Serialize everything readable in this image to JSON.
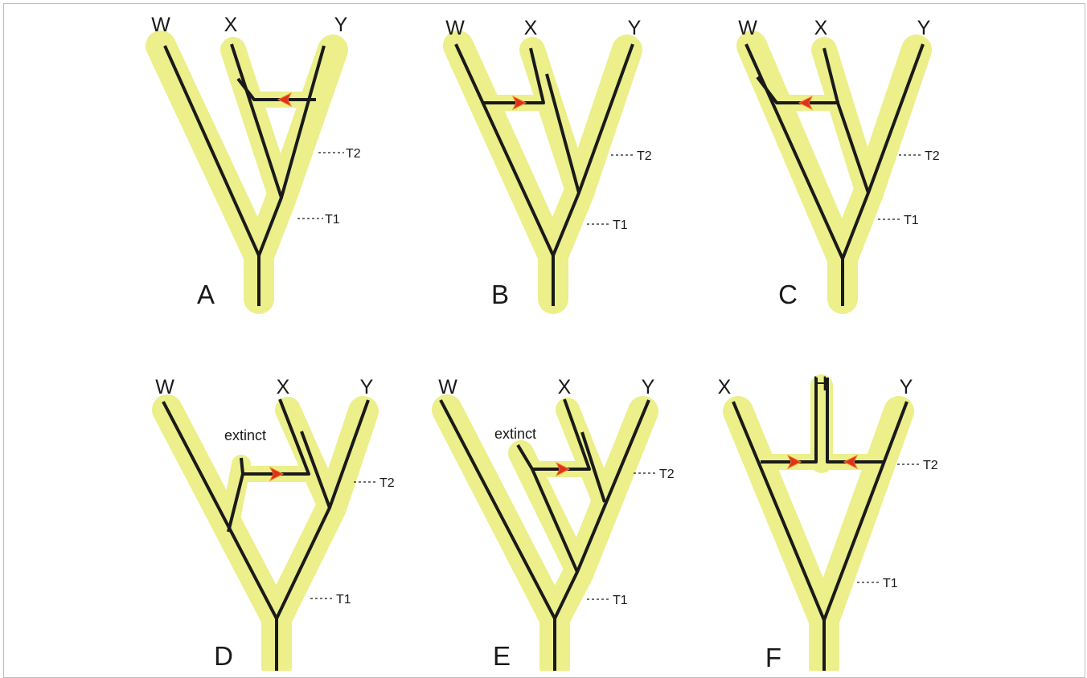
{
  "panels": [
    {
      "letter": "A",
      "tips": [
        "W",
        "X",
        "Y"
      ],
      "times": [
        "T2",
        "T1"
      ]
    },
    {
      "letter": "B",
      "tips": [
        "W",
        "X",
        "Y"
      ],
      "times": [
        "T2",
        "T1"
      ]
    },
    {
      "letter": "C",
      "tips": [
        "W",
        "X",
        "Y"
      ],
      "times": [
        "T2",
        "T1"
      ]
    },
    {
      "letter": "D",
      "tips": [
        "W",
        "X",
        "Y"
      ],
      "times": [
        "T2",
        "T1"
      ],
      "extinct": "extinct"
    },
    {
      "letter": "E",
      "tips": [
        "W",
        "X",
        "Y"
      ],
      "times": [
        "T2",
        "T1"
      ],
      "extinct": "extinct"
    },
    {
      "letter": "F",
      "tips": [
        "X",
        "H",
        "Y"
      ],
      "times": [
        "T2",
        "T1"
      ]
    }
  ],
  "colors": {
    "halo": "#ecef8a",
    "branch": "#1a1a1a",
    "arrow": "#e0301e"
  }
}
